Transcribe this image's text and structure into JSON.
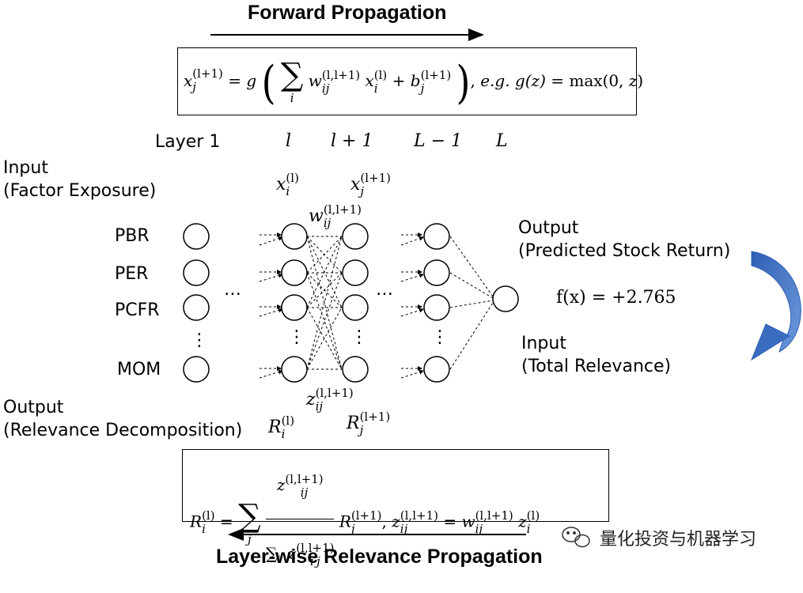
{
  "titles": {
    "forward": "Forward Propagation",
    "backward": "Layer-wise Relevance Propagation"
  },
  "layers": {
    "layer1": "Layer 1",
    "l": "l",
    "l_plus_1": "l + 1",
    "L_minus_1": "L − 1",
    "L": "L"
  },
  "left_labels": {
    "input_title": "Input",
    "input_sub": "(Factor Exposure)",
    "output_title": "Output",
    "output_sub": "(Relevance Decomposition)"
  },
  "features": [
    "PBR",
    "PER",
    "PCFR",
    "MOM"
  ],
  "ellipsis": {
    "horizontal": "…",
    "vertical": "⋮"
  },
  "right_labels": {
    "output_title": "Output",
    "output_sub": "(Predicted Stock Return)",
    "prediction": "f(x) = +2.765",
    "input_title": "Input",
    "input_sub": "(Total Relevance)"
  },
  "watermark": "量化投资与机器学习",
  "colors": {
    "arrow_fill": "#2f5fb5",
    "arrow_light": "#6f9bdc",
    "stroke": "#000000"
  },
  "icons": {
    "watermark": "wechat-icon",
    "curved_arrow": "curved-arrow-icon"
  }
}
